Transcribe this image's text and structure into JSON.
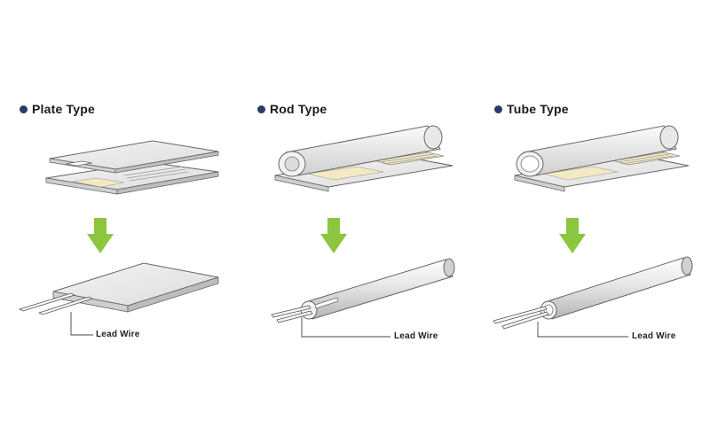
{
  "panels": [
    {
      "title": "Plate Type",
      "lead_label": "Lead Wire"
    },
    {
      "title": "Rod Type",
      "lead_label": "Lead Wire"
    },
    {
      "title": "Tube Type",
      "lead_label": "Lead Wire"
    }
  ],
  "colors": {
    "bullet": "#2a3a6a",
    "arrow": "#8cc63e",
    "element_pad": "#f3e9c2",
    "outline": "#666666",
    "surface": "#eeeeee"
  },
  "icons": [
    "bullet-dot",
    "down-arrow-icon"
  ]
}
